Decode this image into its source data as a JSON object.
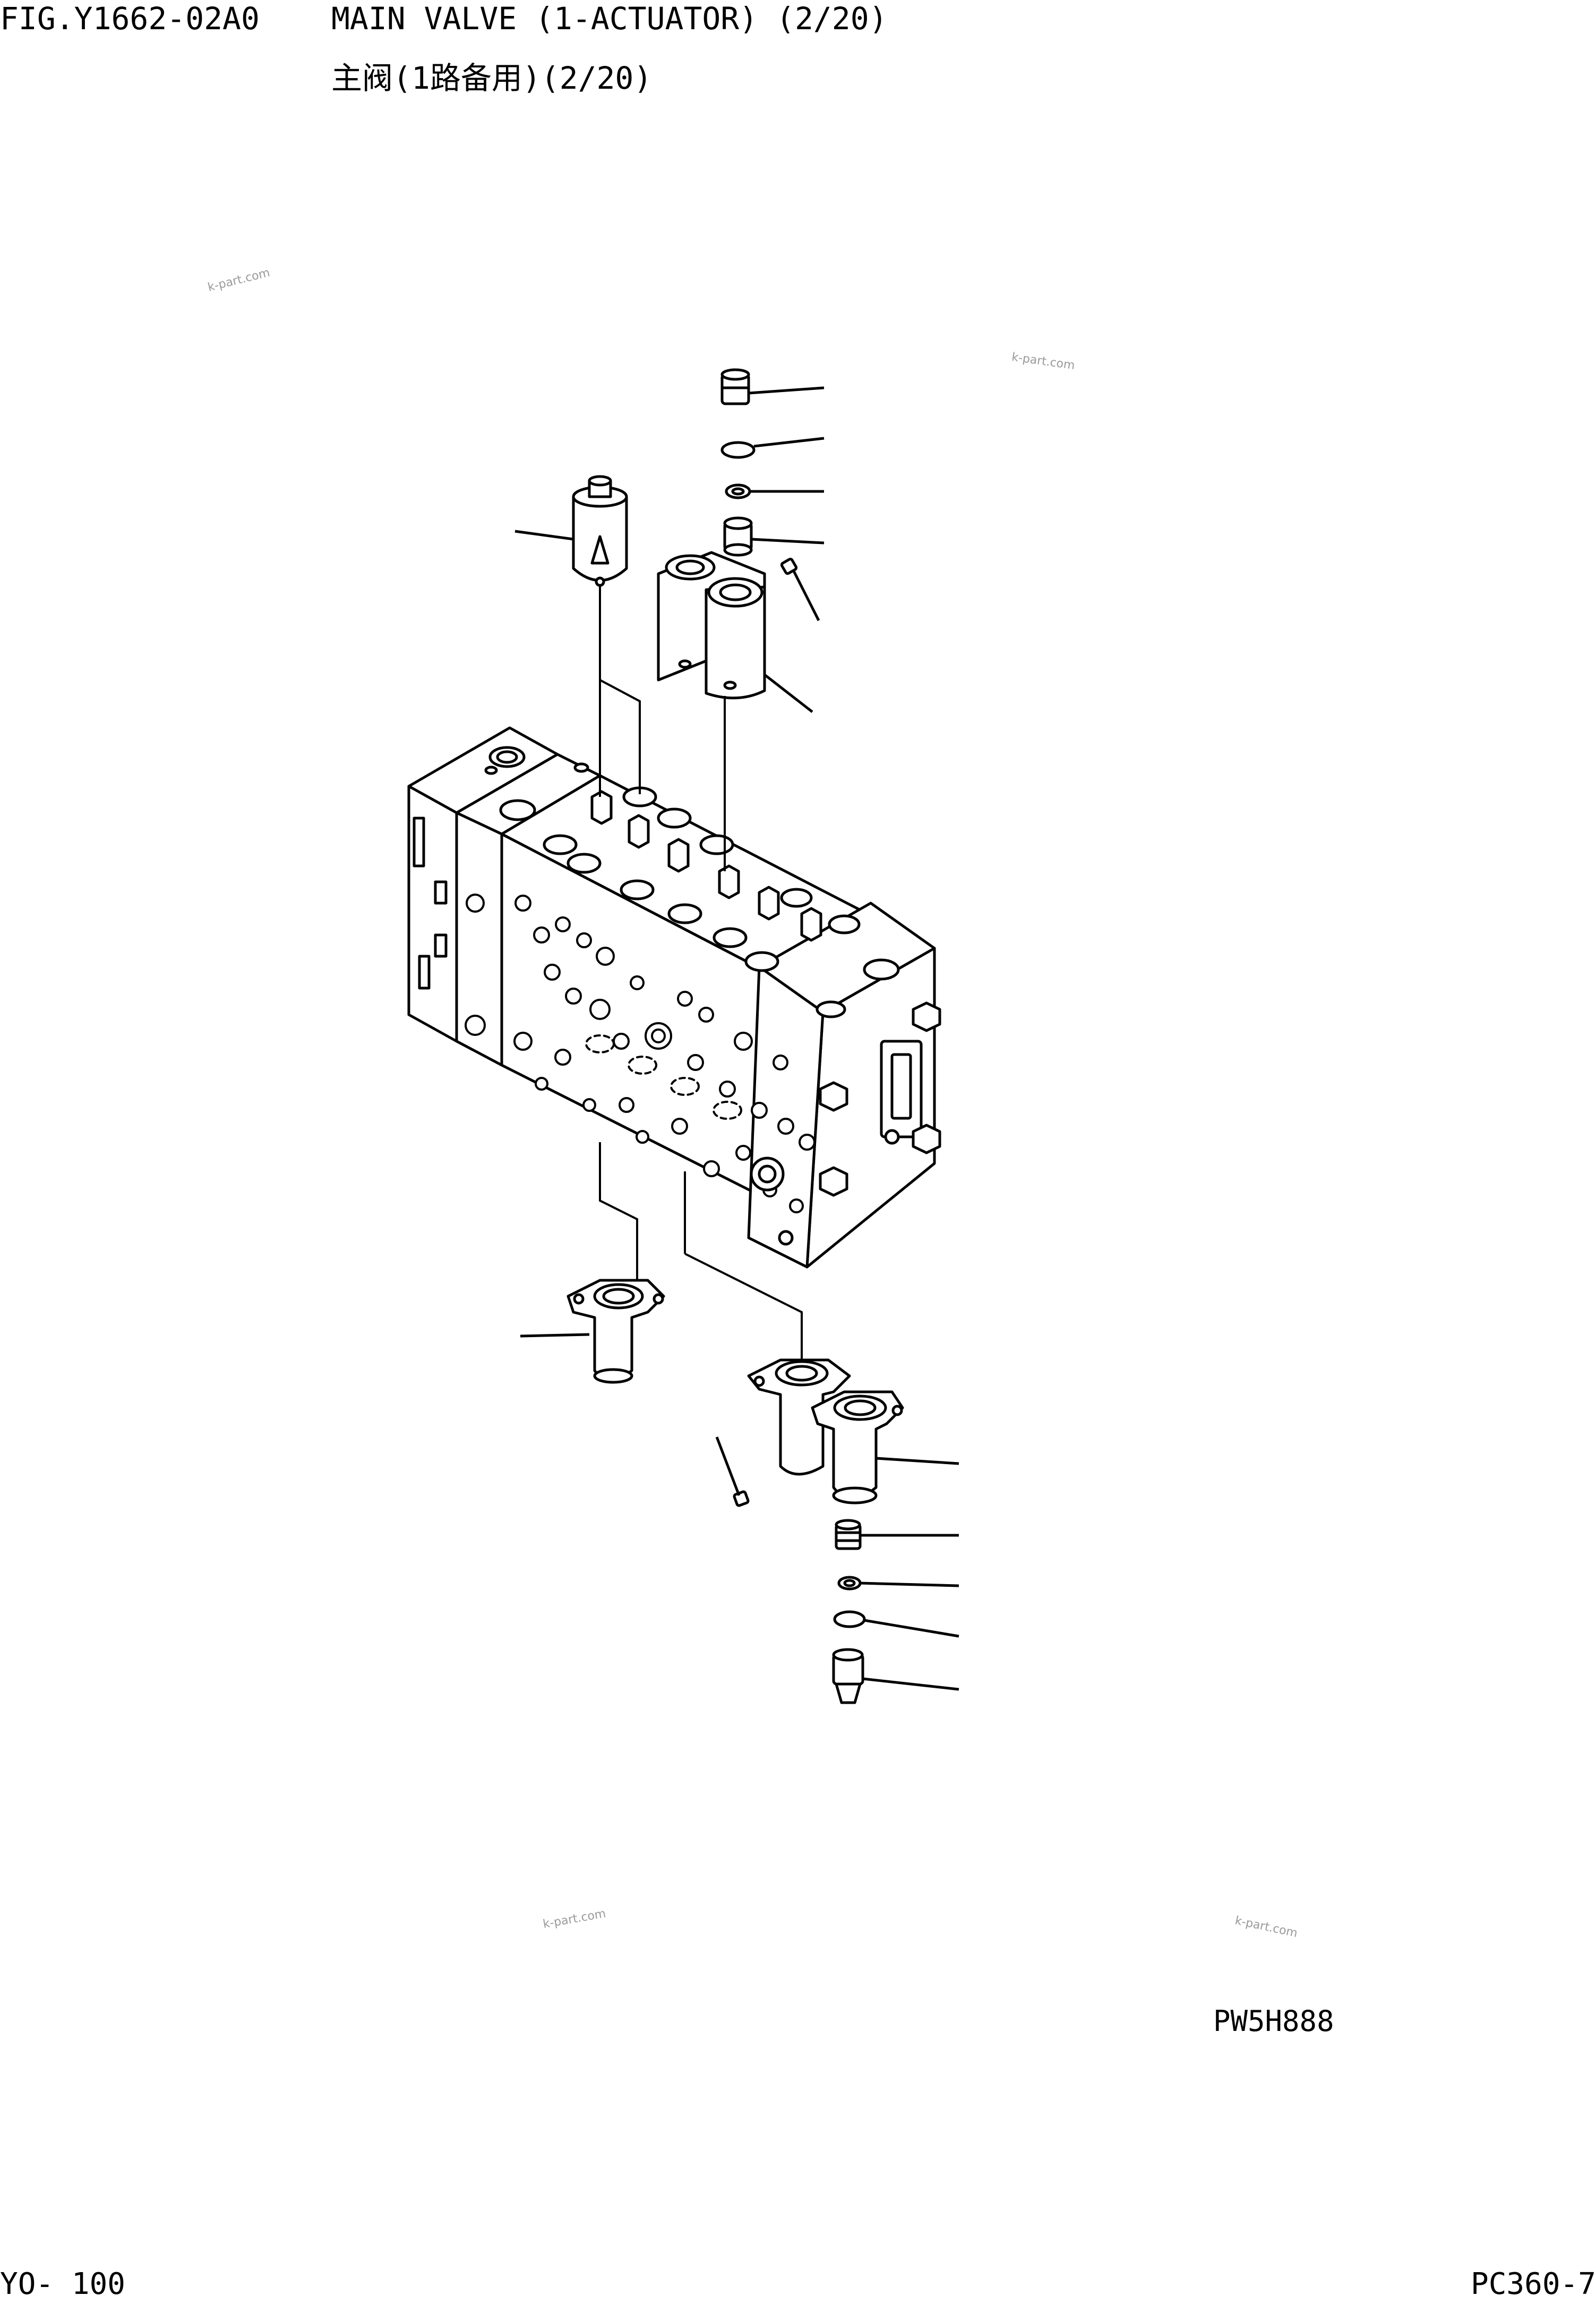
{
  "header": {
    "fig_no": "FIG.Y1662-02A0",
    "title_en": "MAIN VALVE (1-ACTUATOR) (2/20)",
    "title_cn": "主阀(1路备用)(2/20)"
  },
  "drawing": {
    "illustration_code": "PW5H888",
    "watermark": "k-part.com"
  },
  "footer": {
    "page_no": "YO- 100",
    "model": "PC360-7"
  }
}
